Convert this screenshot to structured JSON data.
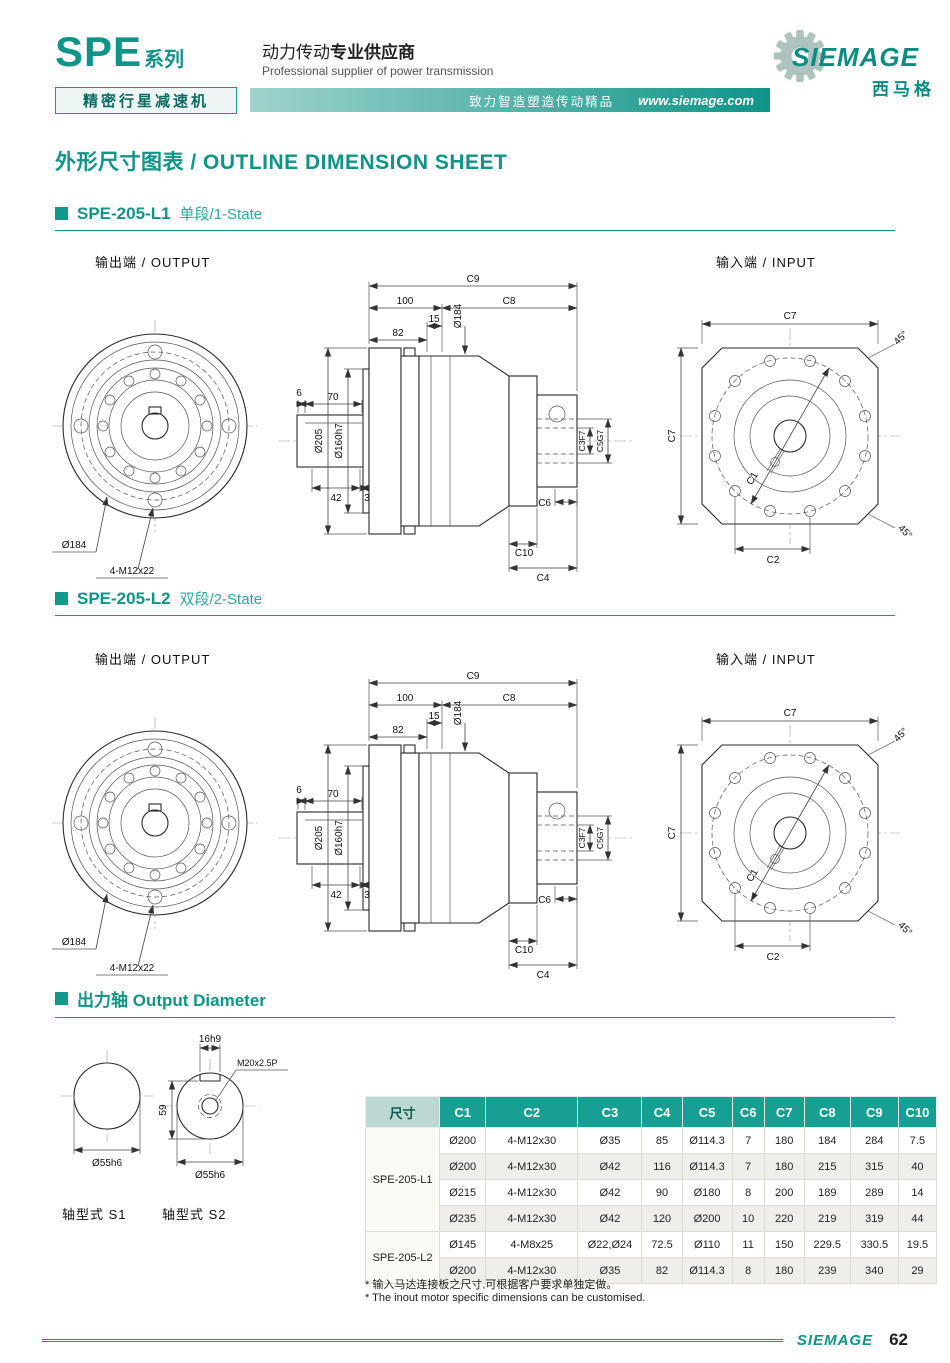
{
  "header": {
    "series": "SPE",
    "series_suffix": "系列",
    "series_badge": "精密行星减速机",
    "tagline_cn_regular": "动力传动",
    "tagline_cn_bold": "专业供应商",
    "tagline_en": "Professional supplier of power transmission",
    "banner_slogan": "致力智造塑造传动精品",
    "website": "www.siemage.com",
    "brand": "SIEMAGE",
    "brand_cn": "西马格"
  },
  "page_title": "外形尺寸图表 / OUTLINE DIMENSION SHEET",
  "sections": [
    {
      "title": "SPE-205-L1",
      "subtitle": "单段/1-State",
      "output_label": "输出端 / OUTPUT",
      "input_label": "输入端 / INPUT"
    },
    {
      "title": "SPE-205-L2",
      "subtitle": "双段/2-State",
      "output_label": "输出端 / OUTPUT",
      "input_label": "输入端 / INPUT"
    }
  ],
  "drawing": {
    "front": {
      "dia": "Ø184",
      "bolts": "4-M12x22"
    },
    "side": {
      "c9": "C9",
      "n100": "100",
      "c8": "C8",
      "n15": "15",
      "n82": "82",
      "dia184": "Ø184",
      "n6": "6",
      "n70": "70",
      "dia205": "Ø205",
      "dia160": "Ø160h7",
      "c3": "C3F7",
      "c5": "C5G7",
      "c6": "C6",
      "n42": "42",
      "n3": "3",
      "c10": "C10",
      "c4": "C4"
    },
    "input": {
      "c7": "C7",
      "c1": "C1",
      "c2": "C2",
      "a45": "45°"
    }
  },
  "shaft_section": {
    "title": "出力轴 Output Diameter",
    "s1_label": "轴型式 S1",
    "s2_label": "轴型式 S2"
  },
  "shaft": {
    "key": "16h9",
    "thread": "M20x2.5P",
    "n59": "59",
    "dia55": "Ø55h6"
  },
  "table": {
    "headers": [
      "尺寸",
      "C1",
      "C2",
      "C3",
      "C4",
      "C5",
      "C6",
      "C7",
      "C8",
      "C9",
      "C10"
    ],
    "groups": [
      {
        "name": "SPE-205-L1",
        "rows": [
          [
            "Ø200",
            "4-M12x30",
            "Ø35",
            "85",
            "Ø114.3",
            "7",
            "180",
            "184",
            "284",
            "7.5"
          ],
          [
            "Ø200",
            "4-M12x30",
            "Ø42",
            "116",
            "Ø114.3",
            "7",
            "180",
            "215",
            "315",
            "40"
          ],
          [
            "Ø215",
            "4-M12x30",
            "Ø42",
            "90",
            "Ø180",
            "8",
            "200",
            "189",
            "289",
            "14"
          ],
          [
            "Ø235",
            "4-M12x30",
            "Ø42",
            "120",
            "Ø200",
            "10",
            "220",
            "219",
            "319",
            "44"
          ]
        ]
      },
      {
        "name": "SPE-205-L2",
        "rows": [
          [
            "Ø145",
            "4-M8x25",
            "Ø22,Ø24",
            "72.5",
            "Ø110",
            "11",
            "150",
            "229.5",
            "330.5",
            "19.5"
          ],
          [
            "Ø200",
            "4-M12x30",
            "Ø35",
            "82",
            "Ø114.3",
            "8",
            "180",
            "239",
            "340",
            "29"
          ]
        ]
      }
    ],
    "footnote_cn": "* 输入马达连接板之尺寸,可根据客户要求单独定做。",
    "footnote_en": "* The inout motor  specific dimensions can be customised."
  },
  "footer": {
    "brand": "SIEMAGE",
    "page": "62"
  },
  "colors": {
    "teal": "#12998d"
  }
}
